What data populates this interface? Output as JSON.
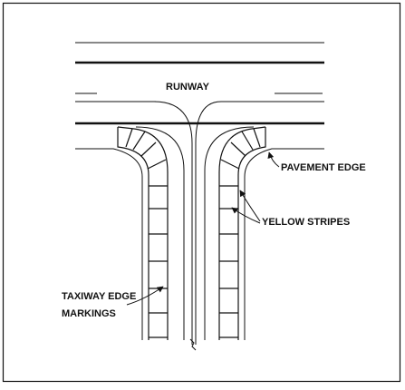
{
  "diagram": {
    "labels": {
      "runway": "RUNWAY",
      "pavement_edge": "PAVEMENT EDGE",
      "yellow_stripes": "YELLOW STRIPES",
      "taxiway_edge_line1": "TAXIWAY EDGE",
      "taxiway_edge_line2": "MARKINGS"
    },
    "colors": {
      "stroke": "#111111",
      "background": "#ffffff"
    }
  }
}
